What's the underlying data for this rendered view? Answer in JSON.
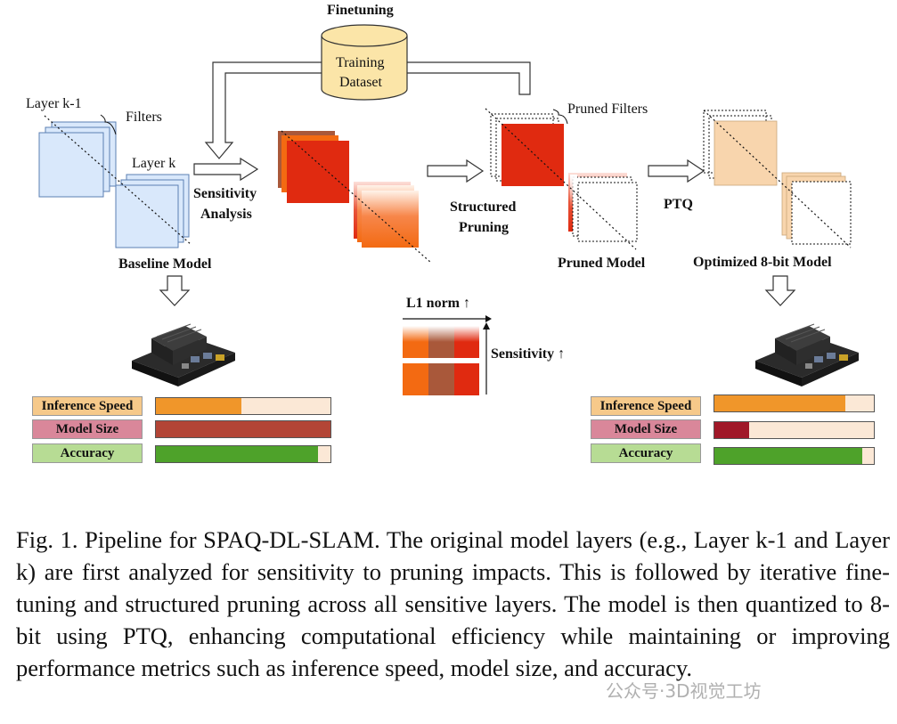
{
  "labels": {
    "finetuning": "Finetuning",
    "training_dataset_line1": "Training",
    "training_dataset_line2": "Dataset",
    "layer_k_minus_1": "Layer k-1",
    "filters": "Filters",
    "layer_k": "Layer k",
    "baseline_model": "Baseline Model",
    "sensitivity_analysis_line1": "Sensitivity",
    "sensitivity_analysis_line2": "Analysis",
    "pruned_filters": "Pruned Filters",
    "structured_pruning_line1": "Structured",
    "structured_pruning_line2": "Pruning",
    "pruned_model": "Pruned Model",
    "ptq": "PTQ",
    "optimized_model": "Optimized 8-bit Model",
    "l1_norm": "L1 norm ↑",
    "sensitivity": "Sensitivity ↑"
  },
  "metrics_left": [
    {
      "label": "Inference Speed",
      "label_color": "#f6c98a",
      "fill_color": "#f0962a",
      "fill": 0.49
    },
    {
      "label": "Model Size",
      "label_color": "#d9879a",
      "fill_color": "#b34536",
      "fill": 1.0
    },
    {
      "label": "Accuracy",
      "label_color": "#b7dc94",
      "fill_color": "#4ea22a",
      "fill": 0.93
    }
  ],
  "metrics_right": [
    {
      "label": "Inference Speed",
      "label_color": "#f6c98a",
      "fill_color": "#f0962a",
      "fill": 0.82
    },
    {
      "label": "Model Size",
      "label_color": "#d9879a",
      "fill_color": "#a01828",
      "fill": 0.22
    },
    {
      "label": "Accuracy",
      "label_color": "#b7dc94",
      "fill_color": "#4ea22a",
      "fill": 0.93
    }
  ],
  "colors": {
    "baseline_filter": "#d9e8fb",
    "red": "#e02a10",
    "orange": "#f36a12",
    "brown": "#a9583a",
    "peach": "#f8d5ad"
  },
  "caption": "Fig. 1.    Pipeline for SPAQ-DL-SLAM. The original model layers (e.g., Layer k-1 and Layer k) are first analyzed for sensitivity to pruning impacts. This is followed by iterative fine-tuning and structured pruning across all sensitive layers. The model is then quantized to 8-bit using PTQ, enhancing computational efficiency while maintaining or improving performance metrics such as inference speed, model size, and accuracy.",
  "watermark": "公众号·3D视觉工坊"
}
